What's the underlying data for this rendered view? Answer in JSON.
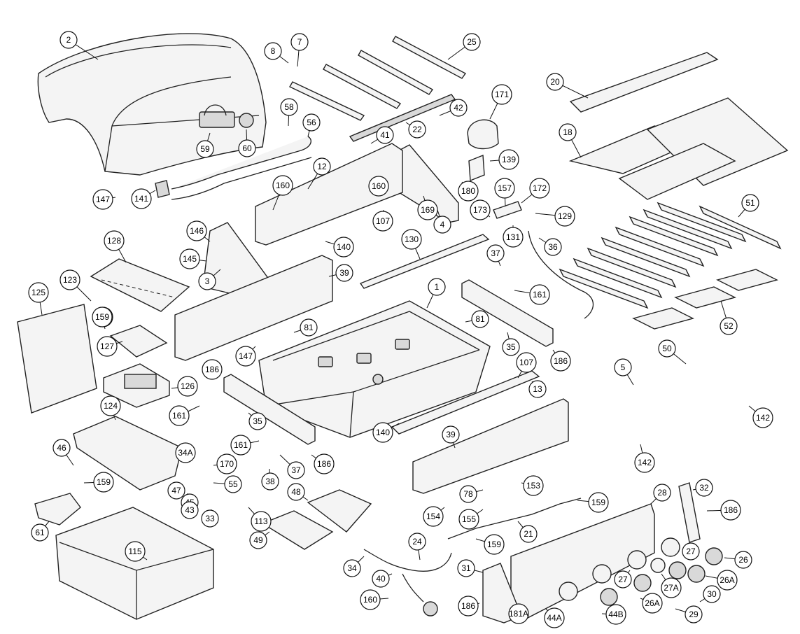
{
  "callouts": [
    "2",
    "7",
    "8",
    "25",
    "20",
    "171",
    "42",
    "22",
    "41",
    "58",
    "56",
    "59",
    "60",
    "147",
    "141",
    "12",
    "160",
    "160",
    "139",
    "172",
    "157",
    "129",
    "173",
    "131",
    "180",
    "169",
    "4",
    "107",
    "140",
    "146",
    "145",
    "3",
    "128",
    "130",
    "37",
    "36",
    "51",
    "18",
    "39",
    "125",
    "123",
    "159",
    "127",
    "81",
    "81",
    "1",
    "161",
    "52",
    "147",
    "186",
    "126",
    "186",
    "35",
    "50",
    "5",
    "142",
    "107",
    "13",
    "161",
    "35",
    "159",
    "161",
    "124",
    "46",
    "34A",
    "170",
    "186",
    "140",
    "39",
    "37",
    "38",
    "47",
    "45",
    "43",
    "55",
    "159",
    "33",
    "113",
    "48",
    "61",
    "49",
    "115",
    "154",
    "78",
    "153",
    "155",
    "159",
    "28",
    "32",
    "186",
    "21",
    "24",
    "159",
    "34",
    "40",
    "31",
    "160",
    "186",
    "27",
    "26",
    "27",
    "27A",
    "26A",
    "30",
    "29",
    "181A",
    "44A",
    "44B",
    "26A",
    "142"
  ]
}
